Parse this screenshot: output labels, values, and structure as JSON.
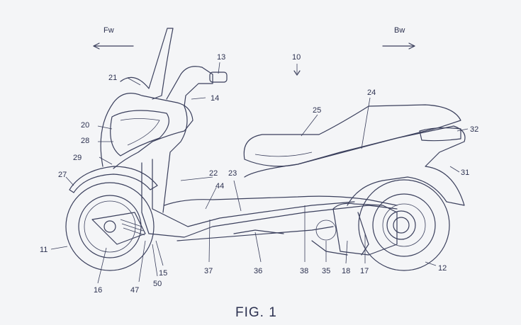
{
  "directions": {
    "forward": "Fw",
    "backward": "Bw"
  },
  "figure_caption": "FIG. 1",
  "reference_numerals": [
    {
      "id": "n10",
      "text": "10"
    },
    {
      "id": "n13",
      "text": "13"
    },
    {
      "id": "n14",
      "text": "14"
    },
    {
      "id": "n21",
      "text": "21"
    },
    {
      "id": "n20",
      "text": "20"
    },
    {
      "id": "n28",
      "text": "28"
    },
    {
      "id": "n29",
      "text": "29"
    },
    {
      "id": "n27",
      "text": "27"
    },
    {
      "id": "n11",
      "text": "11"
    },
    {
      "id": "n16",
      "text": "16"
    },
    {
      "id": "n47",
      "text": "47"
    },
    {
      "id": "n50",
      "text": "50"
    },
    {
      "id": "n15",
      "text": "15"
    },
    {
      "id": "n37",
      "text": "37"
    },
    {
      "id": "n36",
      "text": "36"
    },
    {
      "id": "n38",
      "text": "38"
    },
    {
      "id": "n35",
      "text": "35"
    },
    {
      "id": "n18",
      "text": "18"
    },
    {
      "id": "n17",
      "text": "17"
    },
    {
      "id": "n12",
      "text": "12"
    },
    {
      "id": "n22",
      "text": "22"
    },
    {
      "id": "n23",
      "text": "23"
    },
    {
      "id": "n44",
      "text": "44"
    },
    {
      "id": "n25",
      "text": "25"
    },
    {
      "id": "n24",
      "text": "24"
    },
    {
      "id": "n32",
      "text": "32"
    },
    {
      "id": "n31",
      "text": "31"
    }
  ]
}
